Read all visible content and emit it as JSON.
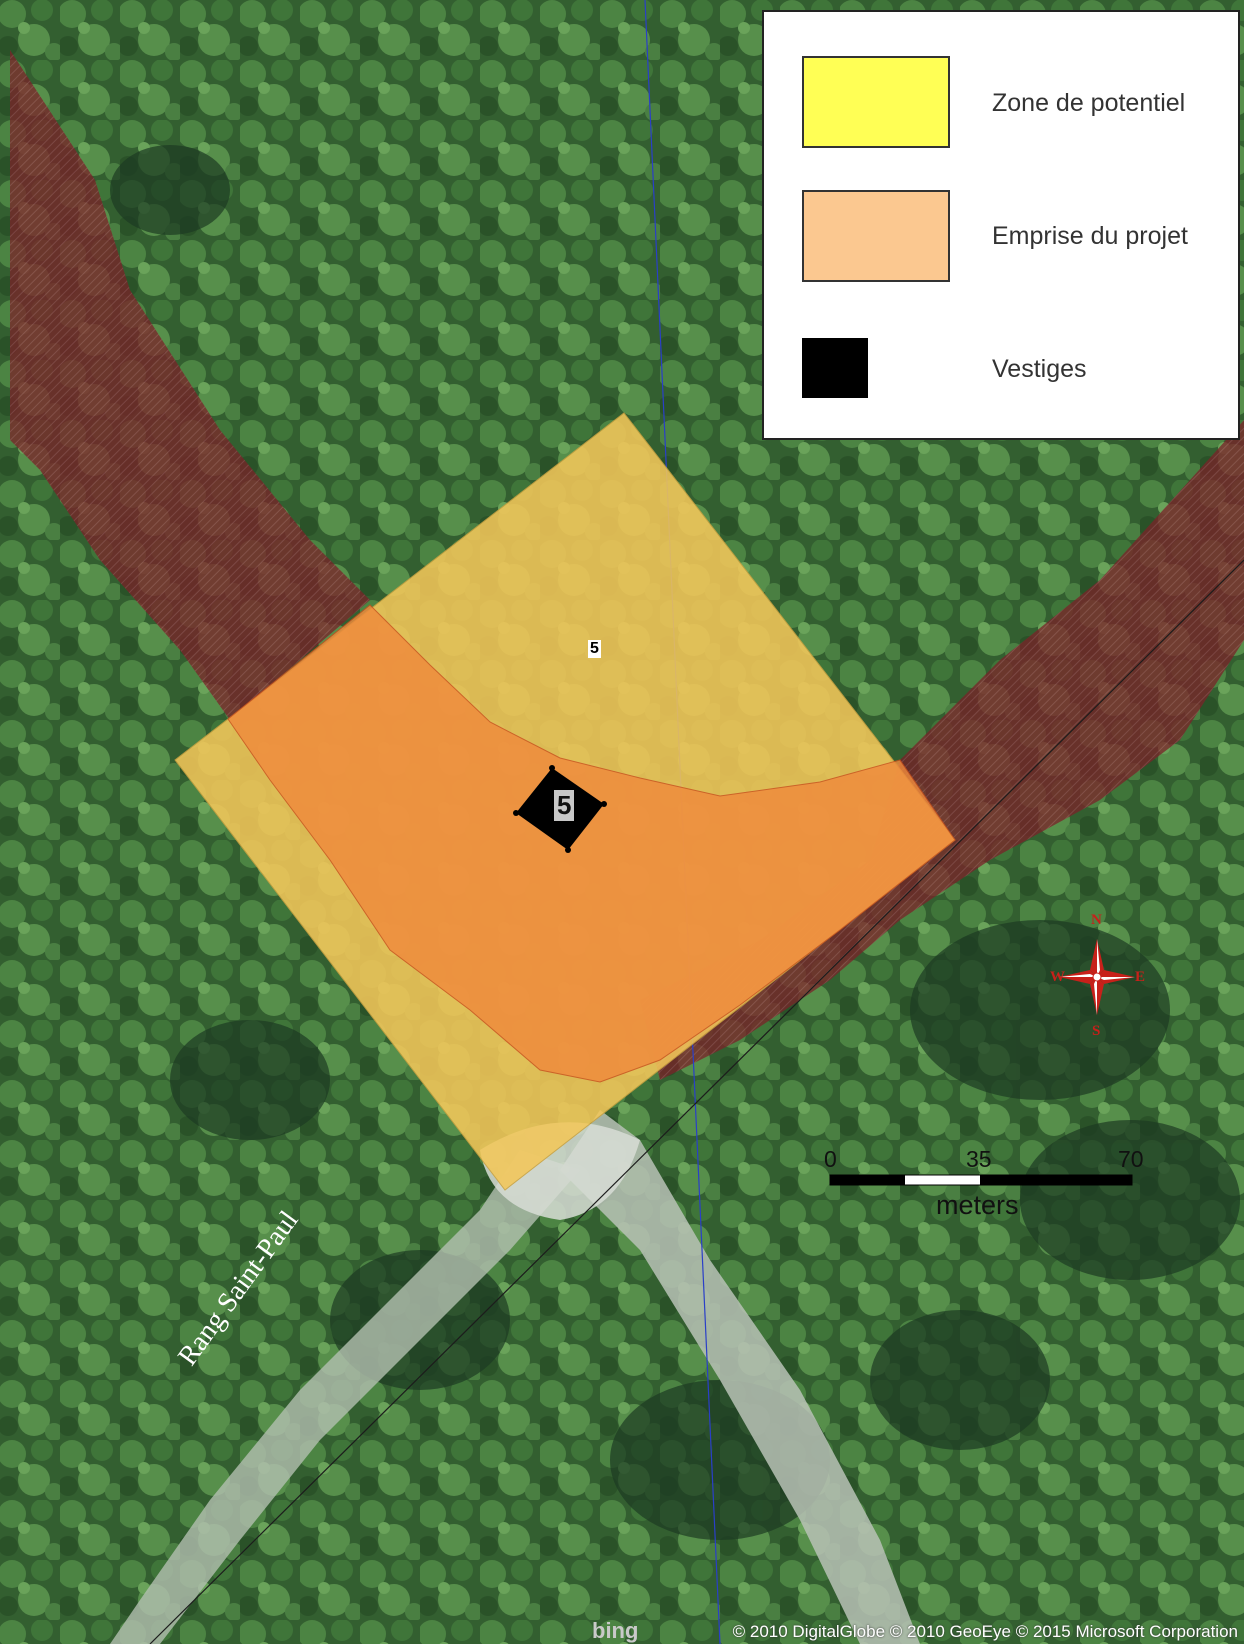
{
  "legend": {
    "items": [
      {
        "label": "Zone de potentiel",
        "color": "#ffff55"
      },
      {
        "label": "Emprise du projet",
        "color": "#fbc890"
      },
      {
        "label": "Vestiges",
        "color": "#000000"
      }
    ]
  },
  "map": {
    "zone_label": "5",
    "vestige_label": "5",
    "road_label": "Rang Saint-Paul",
    "attribution": "© 2010 DigitalGlobe © 2010 GeoEye © 2015 Microsoft Corporation",
    "basemap_logo": "bing"
  },
  "scale_bar": {
    "ticks": [
      "0",
      "35",
      "70"
    ],
    "unit": "meters"
  },
  "compass": {
    "n": "N",
    "s": "S",
    "e": "E",
    "w": "W"
  },
  "colors": {
    "forest": "#2f5a2c",
    "zone": "#f3c75a",
    "emprise": "#f08a3c",
    "road_buffer": "#6e1f24",
    "compass": "#c8201a"
  }
}
